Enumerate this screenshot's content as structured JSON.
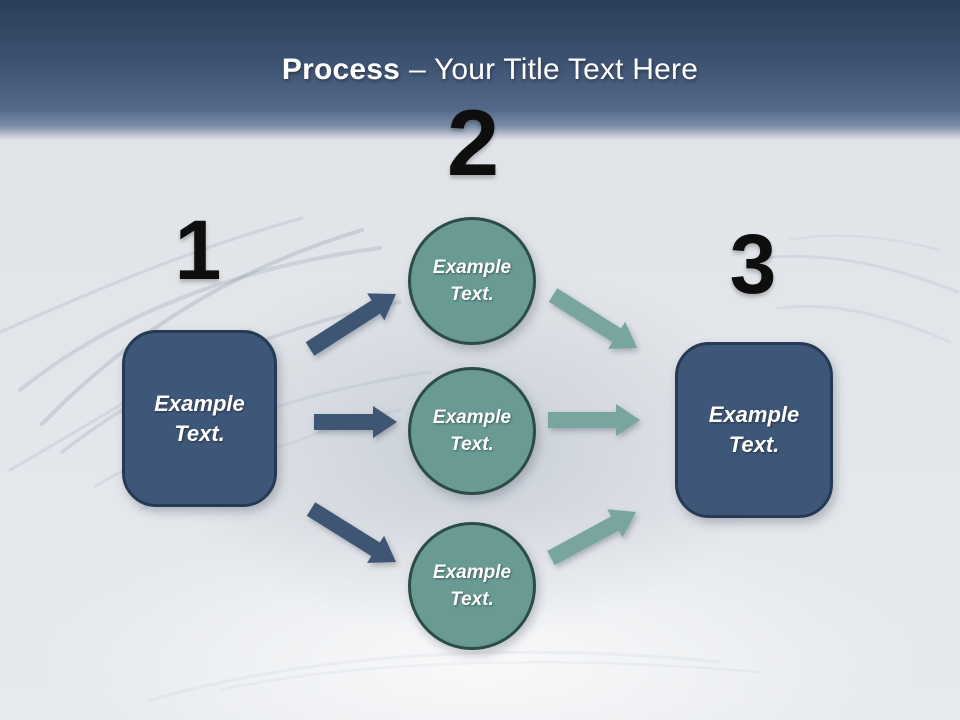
{
  "title": {
    "bold": "Process",
    "regular": "– Your Title Text Here"
  },
  "steps": [
    {
      "number": "1",
      "label": "Example Text."
    },
    {
      "number": "2",
      "circles": [
        "Example Text.",
        "Example Text.",
        "Example Text."
      ]
    },
    {
      "number": "3",
      "label": "Example Text."
    }
  ],
  "arrows": [
    {
      "name": "arrow-dark-up-right",
      "color_key": "arrow_dark"
    },
    {
      "name": "arrow-dark-right",
      "color_key": "arrow_dark"
    },
    {
      "name": "arrow-dark-down-right",
      "color_key": "arrow_dark"
    },
    {
      "name": "arrow-teal-down-right",
      "color_key": "arrow_teal"
    },
    {
      "name": "arrow-teal-right",
      "color_key": "arrow_teal"
    },
    {
      "name": "arrow-teal-up-right",
      "color_key": "arrow_teal"
    }
  ],
  "colors": {
    "header_top": "#2b3e58",
    "header_mid": "#3c5170",
    "header_low": "#54688a",
    "bg": "#dfe3e8",
    "box_fill": "#3e5678",
    "box_border": "#263a54",
    "circle_fill": "#699b94",
    "circle_border": "#2c4c47",
    "arrow_dark": "#3e5674",
    "arrow_teal": "#79a5a0",
    "number": "#0e0e0e",
    "title": "#ffffff"
  }
}
